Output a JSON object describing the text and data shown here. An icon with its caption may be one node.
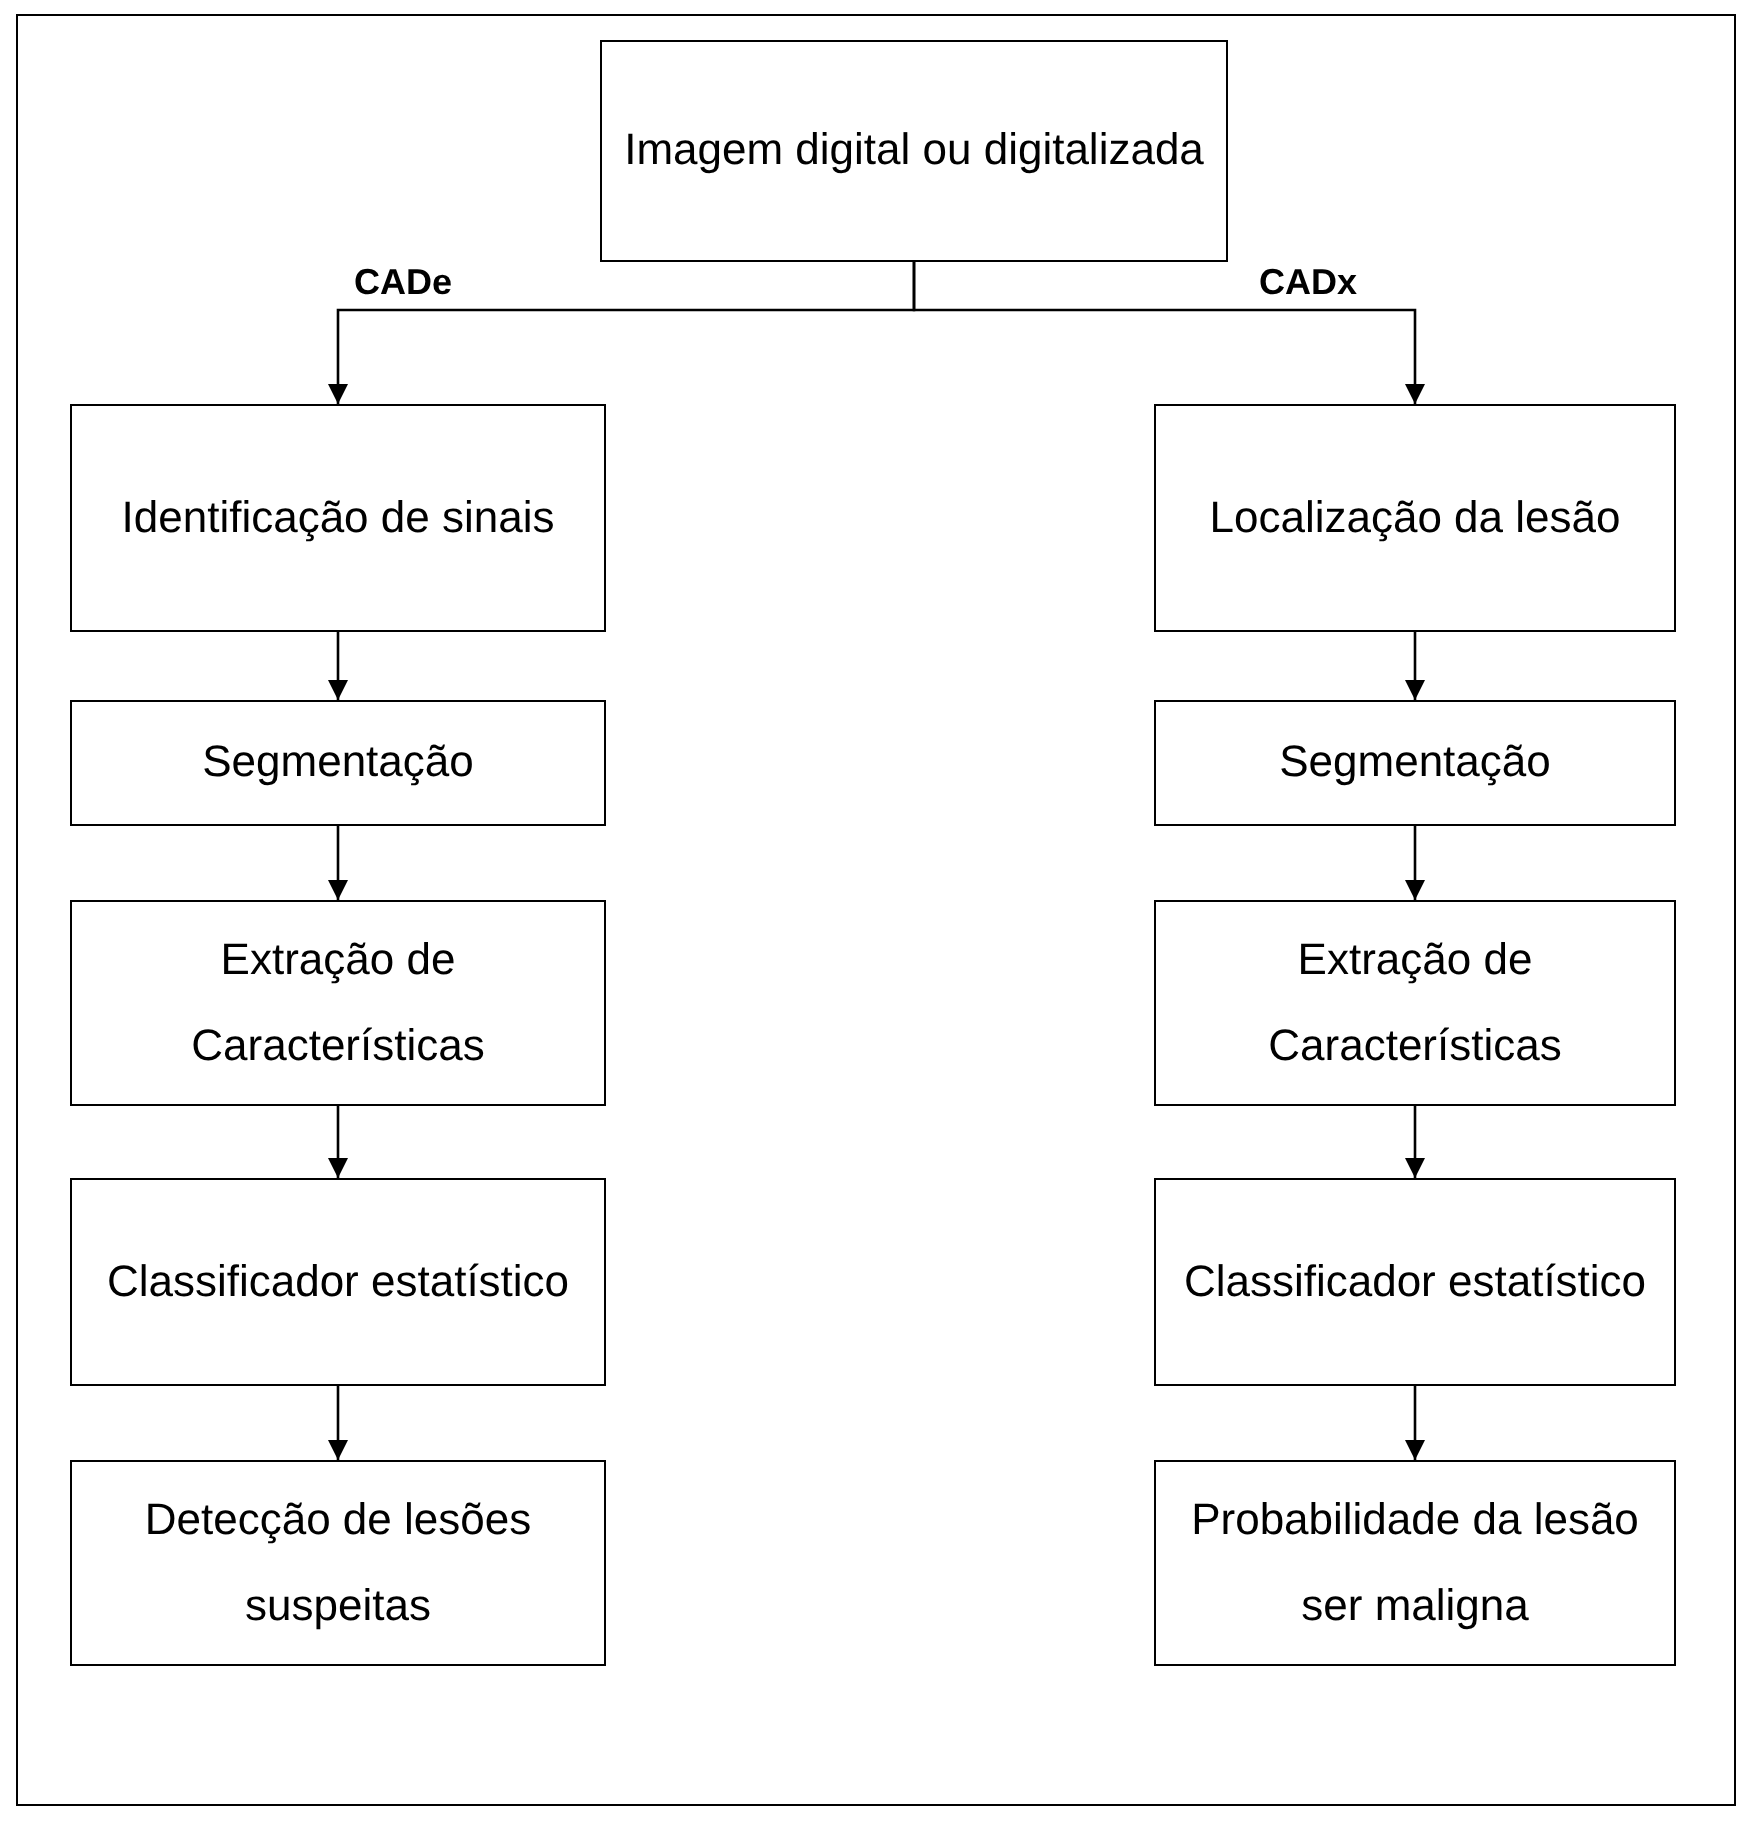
{
  "diagram": {
    "nodes": [
      {
        "text": [
          "Imagem digital ou digitalizada"
        ]
      },
      {
        "text": [
          "Identificação de sinais"
        ]
      },
      {
        "text": [
          "Segmentação"
        ]
      },
      {
        "text": [
          "Extração de Características"
        ]
      },
      {
        "text": [
          "Classificador estatístico"
        ]
      },
      {
        "text": [
          "Detecção de lesões suspeitas"
        ]
      },
      {
        "text": [
          "Localização da lesão"
        ]
      },
      {
        "text": [
          "Segmentação"
        ]
      },
      {
        "text": [
          "Extração de Características"
        ]
      },
      {
        "text": [
          "Classificador estatístico"
        ]
      },
      {
        "text": [
          "Probabilidade da lesão ser maligna"
        ]
      }
    ],
    "edges": [
      {
        "from": 0,
        "to": 1,
        "arrow": "to",
        "label": "CADe"
      },
      {
        "from": 0,
        "to": 6,
        "arrow": "to",
        "label": "CADx"
      },
      {
        "from": 1,
        "to": 2,
        "arrow": "to"
      },
      {
        "from": 2,
        "to": 3,
        "arrow": "to"
      },
      {
        "from": 3,
        "to": 4,
        "arrow": "to"
      },
      {
        "from": 4,
        "to": 5,
        "arrow": "to"
      },
      {
        "from": 6,
        "to": 7,
        "arrow": "to"
      },
      {
        "from": 7,
        "to": 8,
        "arrow": "to"
      },
      {
        "from": 8,
        "to": 9,
        "arrow": "to"
      },
      {
        "from": 9,
        "to": 10,
        "arrow": "to"
      }
    ]
  }
}
